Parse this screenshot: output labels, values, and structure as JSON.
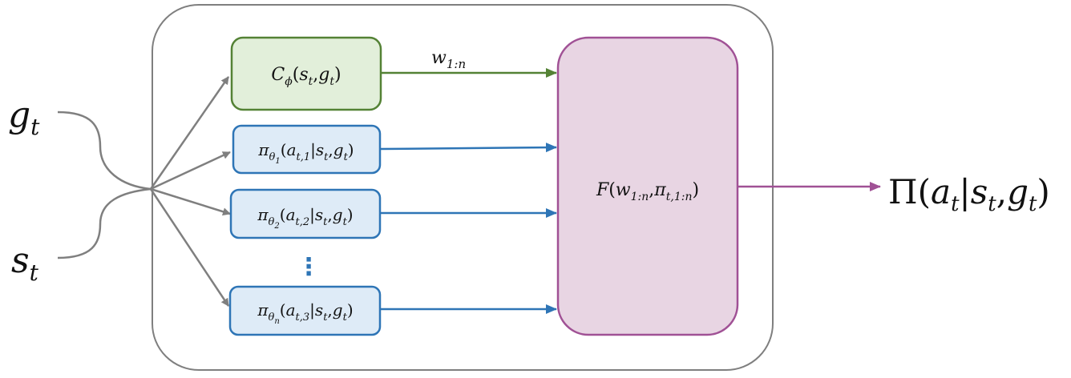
{
  "inputs": {
    "goal": {
      "base": "g",
      "sub": "t"
    },
    "state": {
      "base": "s",
      "sub": "t"
    }
  },
  "classifier": {
    "fn": "C",
    "fn_sub": "ϕ",
    "args": [
      {
        "base": "s",
        "sub": "t"
      },
      {
        "base": "g",
        "sub": "t"
      }
    ],
    "output_label": {
      "base": "w",
      "sub": "1:n"
    }
  },
  "policies": [
    {
      "theta_sub": "1",
      "action_sub": "t,1"
    },
    {
      "theta_sub": "2",
      "action_sub": "t,2"
    },
    {
      "theta_sub": "n",
      "action_sub": "t,3"
    }
  ],
  "policy_parts": {
    "pi": "π",
    "theta": "θ",
    "action": "a",
    "cond_state": {
      "base": "s",
      "sub": "t"
    },
    "cond_goal": {
      "base": "g",
      "sub": "t"
    }
  },
  "ellipsis": "⋮",
  "combiner": {
    "fn": "F",
    "arg1": {
      "base": "w",
      "sub": "1:n"
    },
    "arg2": {
      "base": "π",
      "sub": "t,1:n"
    }
  },
  "output": {
    "fn": "Π",
    "action": {
      "base": "a",
      "sub": "t"
    },
    "state": {
      "base": "s",
      "sub": "t"
    },
    "goal": {
      "base": "g",
      "sub": "t"
    }
  },
  "colors": {
    "container_border": "#7f7f7f",
    "classifier_fill": "#e2efda",
    "classifier_border": "#548235",
    "policy_fill": "#deebf7",
    "policy_border": "#2e75b6",
    "combiner_fill": "#e8d5e3",
    "combiner_border": "#a05195",
    "input_arrow": "#7f7f7f"
  }
}
